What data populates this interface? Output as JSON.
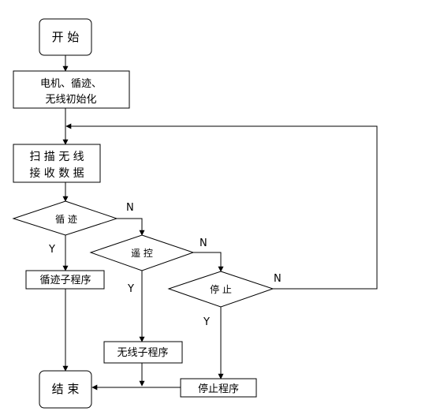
{
  "diagram": {
    "nodes": {
      "start": {
        "label": "开 始"
      },
      "init": {
        "line1": "电机、循迹、",
        "line2": "无线初始化"
      },
      "scan": {
        "line1": "扫 描 无 线",
        "line2": "接 收 数 据"
      },
      "cond_track": {
        "label": "循 迹"
      },
      "cond_remote": {
        "label": "遥 控"
      },
      "cond_stop": {
        "label": "停 止"
      },
      "sub_track": {
        "label": "循迹子程序"
      },
      "sub_wireless": {
        "label": "无线子程序"
      },
      "sub_stop": {
        "label": "停止程序"
      },
      "end": {
        "label": "结 束"
      }
    },
    "edge_labels": {
      "track_no": "N",
      "track_yes": "Y",
      "remote_no": "N",
      "remote_yes": "Y",
      "stop_no": "N",
      "stop_yes": "Y"
    }
  }
}
